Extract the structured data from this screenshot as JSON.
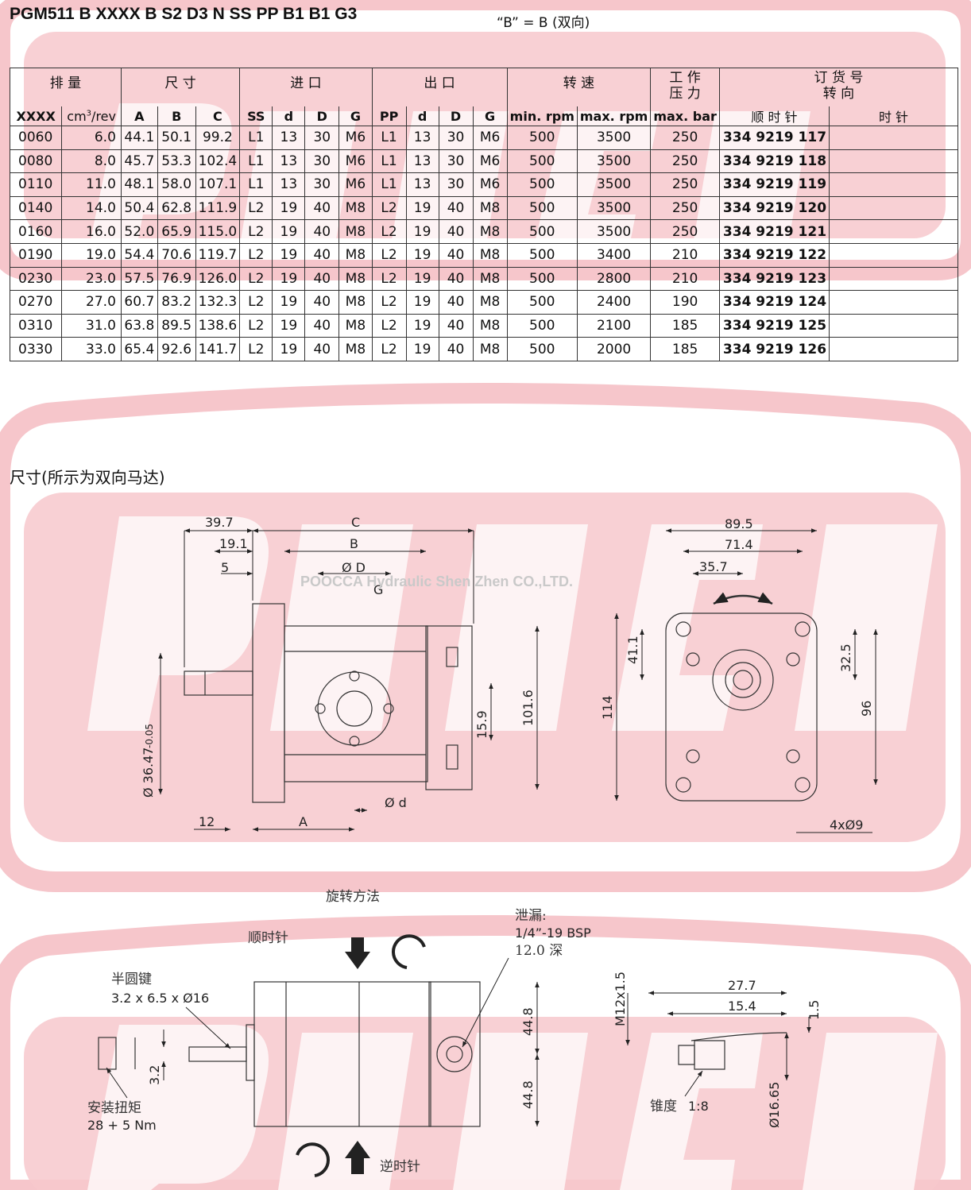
{
  "doc": {
    "title": "PGM511 B XXXX B S2 D3 N SS PP B1 B1 G3",
    "b_note": "“B” = B (双向)",
    "dim_title": "尺寸(所示为双向马达)",
    "watermark_text": "POOCCA Hydraulic  Shen Zhen  CO.,LTD."
  },
  "table": {
    "group_headers": {
      "displacement": "排 量",
      "dimensions": "尺 寸",
      "inlet": "进 口",
      "outlet": "出 口",
      "speed": "转 速",
      "pressure": "工 作\n压 力",
      "order": "订 货 号",
      "rotation": "转 向"
    },
    "sub_headers": [
      "XXXX",
      "cm³/rev",
      "A",
      "B",
      "C",
      "SS",
      "d",
      "D",
      "G",
      "PP",
      "d",
      "D",
      "G",
      "min. rpm",
      "max. rpm",
      "max. bar",
      "顺 时 针",
      "时 针"
    ],
    "rows": [
      [
        "0060",
        "6.0",
        "44.1",
        "50.1",
        "99.2",
        "L1",
        "13",
        "30",
        "M6",
        "L1",
        "13",
        "30",
        "M6",
        "500",
        "3500",
        "250",
        "334 9219 117",
        ""
      ],
      [
        "0080",
        "8.0",
        "45.7",
        "53.3",
        "102.4",
        "L1",
        "13",
        "30",
        "M6",
        "L1",
        "13",
        "30",
        "M6",
        "500",
        "3500",
        "250",
        "334 9219 118",
        ""
      ],
      [
        "0110",
        "11.0",
        "48.1",
        "58.0",
        "107.1",
        "L1",
        "13",
        "30",
        "M6",
        "L1",
        "13",
        "30",
        "M6",
        "500",
        "3500",
        "250",
        "334 9219 119",
        ""
      ],
      [
        "0140",
        "14.0",
        "50.4",
        "62.8",
        "111.9",
        "L2",
        "19",
        "40",
        "M8",
        "L2",
        "19",
        "40",
        "M8",
        "500",
        "3500",
        "250",
        "334 9219 120",
        ""
      ],
      [
        "0160",
        "16.0",
        "52.0",
        "65.9",
        "115.0",
        "L2",
        "19",
        "40",
        "M8",
        "L2",
        "19",
        "40",
        "M8",
        "500",
        "3500",
        "250",
        "334 9219 121",
        ""
      ],
      [
        "0190",
        "19.0",
        "54.4",
        "70.6",
        "119.7",
        "L2",
        "19",
        "40",
        "M8",
        "L2",
        "19",
        "40",
        "M8",
        "500",
        "3400",
        "210",
        "334 9219 122",
        ""
      ],
      [
        "0230",
        "23.0",
        "57.5",
        "76.9",
        "126.0",
        "L2",
        "19",
        "40",
        "M8",
        "L2",
        "19",
        "40",
        "M8",
        "500",
        "2800",
        "210",
        "334 9219 123",
        ""
      ],
      [
        "0270",
        "27.0",
        "60.7",
        "83.2",
        "132.3",
        "L2",
        "19",
        "40",
        "M8",
        "L2",
        "19",
        "40",
        "M8",
        "500",
        "2400",
        "190",
        "334 9219 124",
        ""
      ],
      [
        "0310",
        "31.0",
        "63.8",
        "89.5",
        "138.6",
        "L2",
        "19",
        "40",
        "M8",
        "L2",
        "19",
        "40",
        "M8",
        "500",
        "2100",
        "185",
        "334 9219 125",
        ""
      ],
      [
        "0330",
        "33.0",
        "65.4",
        "92.6",
        "141.7",
        "L2",
        "19",
        "40",
        "M8",
        "L2",
        "19",
        "40",
        "M8",
        "500",
        "2000",
        "185",
        "334 9219 126",
        ""
      ]
    ]
  },
  "drawing1": {
    "d39_7": "39.7",
    "dC": "C",
    "d19_1": "19.1",
    "dB": "B",
    "d5": "5",
    "dOD": "Ø D",
    "dG": "G",
    "d36": "Ø 36.47",
    "d36tol": "-0.05",
    "d15_9": "15.9",
    "d101_6": "101.6",
    "d12": "12",
    "dA": "A",
    "dOd": "Ø d",
    "d89_5": "89.5",
    "d71_4": "71.4",
    "d35_7": "35.7",
    "d41_1": "41.1",
    "d114": "114",
    "d32_5": "32.5",
    "d96": "96",
    "d4x9": "4xØ9"
  },
  "drawing2": {
    "rotation_method": "旋转方法",
    "cw": "顺时针",
    "ccw": "逆时针",
    "drain_1": "泄漏:",
    "drain_2": "1/4”-19 BSP",
    "drain_3": "12.0 深",
    "key_1": "半圆键",
    "key_2": "3.2 x 6.5 x Ø16",
    "torque_1": "安装扭矩",
    "torque_2": "28 + 5 Nm",
    "d3_2": "3.2",
    "d44_8a": "44.8",
    "d44_8b": "44.8",
    "m12": "M12x1.5",
    "d27_7": "27.7",
    "d15_4": "15.4",
    "d1_5": "1.5",
    "taper": "锥度",
    "taper_val": "1:8",
    "d16_65": "Ø16.65"
  }
}
